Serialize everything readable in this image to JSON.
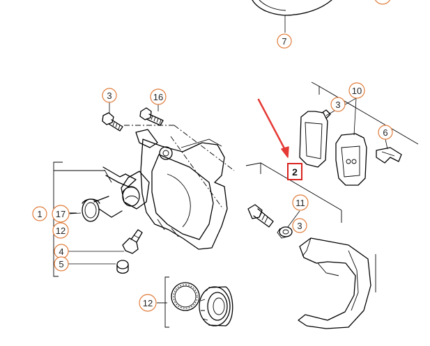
{
  "diagram": {
    "callouts": {
      "c7": "7",
      "c3_caliper_bolt": "3",
      "c16": "16",
      "c10": "10",
      "c3_pad": "3",
      "c6": "6",
      "c1": "1",
      "c17": "17",
      "c12_left": "12",
      "c11": "11",
      "c3_pin": "3",
      "c4": "4",
      "c5": "5",
      "c12_bottom": "12"
    },
    "highlight": {
      "label": "2",
      "box_color": "#d9231d",
      "arrow_color": "#e53935"
    },
    "colors": {
      "callout_ring": "#e07b39",
      "line": "#000000",
      "background": "#ffffff"
    }
  }
}
